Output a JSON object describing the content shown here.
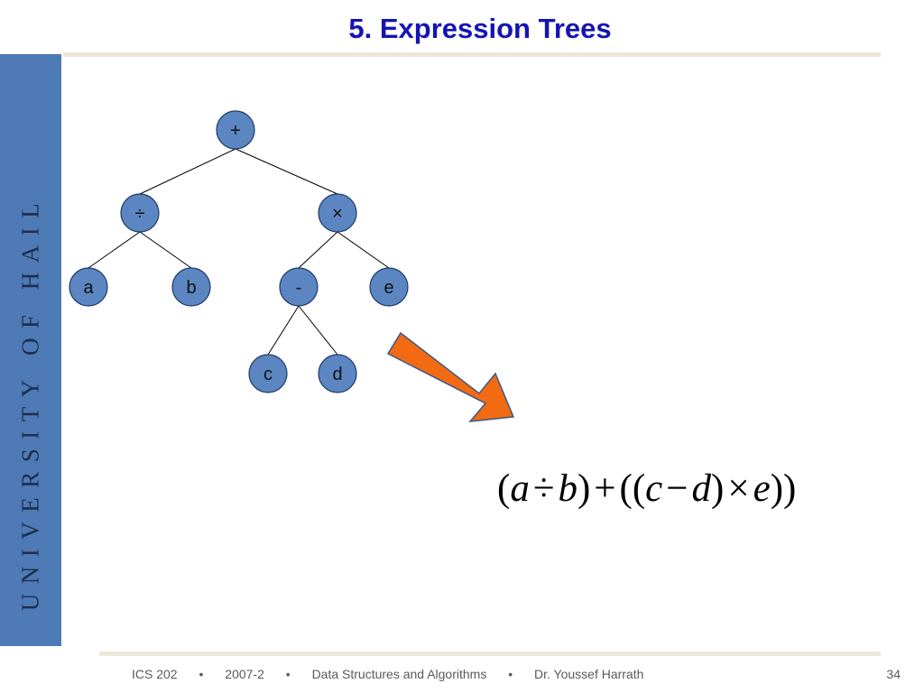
{
  "slide": {
    "title": "5. Expression Trees",
    "side_banner": "UNIVERSITY OF HAIL"
  },
  "tree": {
    "nodes": [
      {
        "id": "root",
        "label": "+"
      },
      {
        "id": "div",
        "label": "÷"
      },
      {
        "id": "mul",
        "label": "×"
      },
      {
        "id": "a",
        "label": "a"
      },
      {
        "id": "b",
        "label": "b"
      },
      {
        "id": "sub",
        "label": "-"
      },
      {
        "id": "e",
        "label": "e"
      },
      {
        "id": "c",
        "label": "c"
      },
      {
        "id": "d",
        "label": "d"
      }
    ],
    "edges": [
      [
        "root",
        "div"
      ],
      [
        "root",
        "mul"
      ],
      [
        "div",
        "a"
      ],
      [
        "div",
        "b"
      ],
      [
        "mul",
        "sub"
      ],
      [
        "mul",
        "e"
      ],
      [
        "sub",
        "c"
      ],
      [
        "sub",
        "d"
      ]
    ]
  },
  "formula": {
    "tokens": [
      {
        "t": "(",
        "k": "p"
      },
      {
        "t": "a",
        "k": "v"
      },
      {
        "t": "÷",
        "k": "o"
      },
      {
        "t": "b",
        "k": "v"
      },
      {
        "t": ")",
        "k": "p"
      },
      {
        "t": "+",
        "k": "o"
      },
      {
        "t": "((",
        "k": "p"
      },
      {
        "t": "c",
        "k": "v"
      },
      {
        "t": "−",
        "k": "o"
      },
      {
        "t": "d",
        "k": "v"
      },
      {
        "t": ")",
        "k": "p"
      },
      {
        "t": "×",
        "k": "o"
      },
      {
        "t": "e",
        "k": "v"
      },
      {
        "t": "))",
        "k": "p"
      }
    ]
  },
  "footer": {
    "course": "ICS 202",
    "term": "2007-2",
    "subject": "Data Structures and Algorithms",
    "author": "Dr. Youssef Harrath",
    "bullet": "•",
    "page": "34"
  },
  "colors": {
    "node_fill": "#5b86c2",
    "node_stroke": "#1f3a66",
    "arrow_fill": "#f26a12",
    "arrow_stroke": "#3a5a8a",
    "side_band": "#4e7ab6",
    "title": "#1414b4"
  }
}
